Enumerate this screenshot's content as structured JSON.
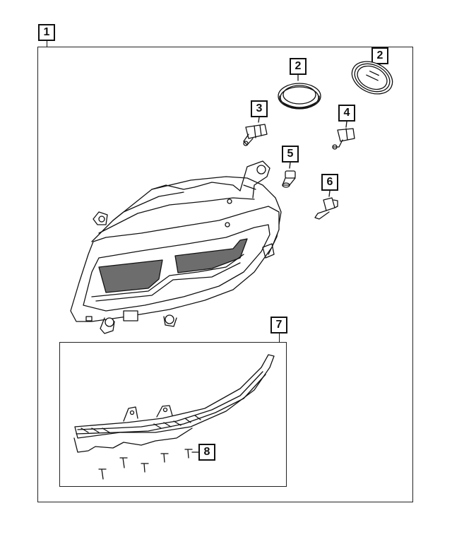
{
  "diagram": {
    "callouts": {
      "c1": "1",
      "c2a": "2",
      "c2b": "2",
      "c3": "3",
      "c4": "4",
      "c5": "5",
      "c6": "6",
      "c7": "7",
      "c8": "8"
    },
    "parts": [
      {
        "id": "1",
        "icon": "headlamp-assembly-icon"
      },
      {
        "id": "2",
        "icon": "bulb-seal-cap-icon"
      },
      {
        "id": "3",
        "icon": "halogen-bulb-icon"
      },
      {
        "id": "4",
        "icon": "halogen-bulb-icon"
      },
      {
        "id": "5",
        "icon": "wedge-bulb-icon"
      },
      {
        "id": "6",
        "icon": "bulb-socket-icon"
      },
      {
        "id": "7",
        "icon": "led-strip-icon"
      },
      {
        "id": "8",
        "icon": "screw-icon"
      }
    ],
    "colors": {
      "line": "#111111",
      "background": "#ffffff"
    }
  }
}
